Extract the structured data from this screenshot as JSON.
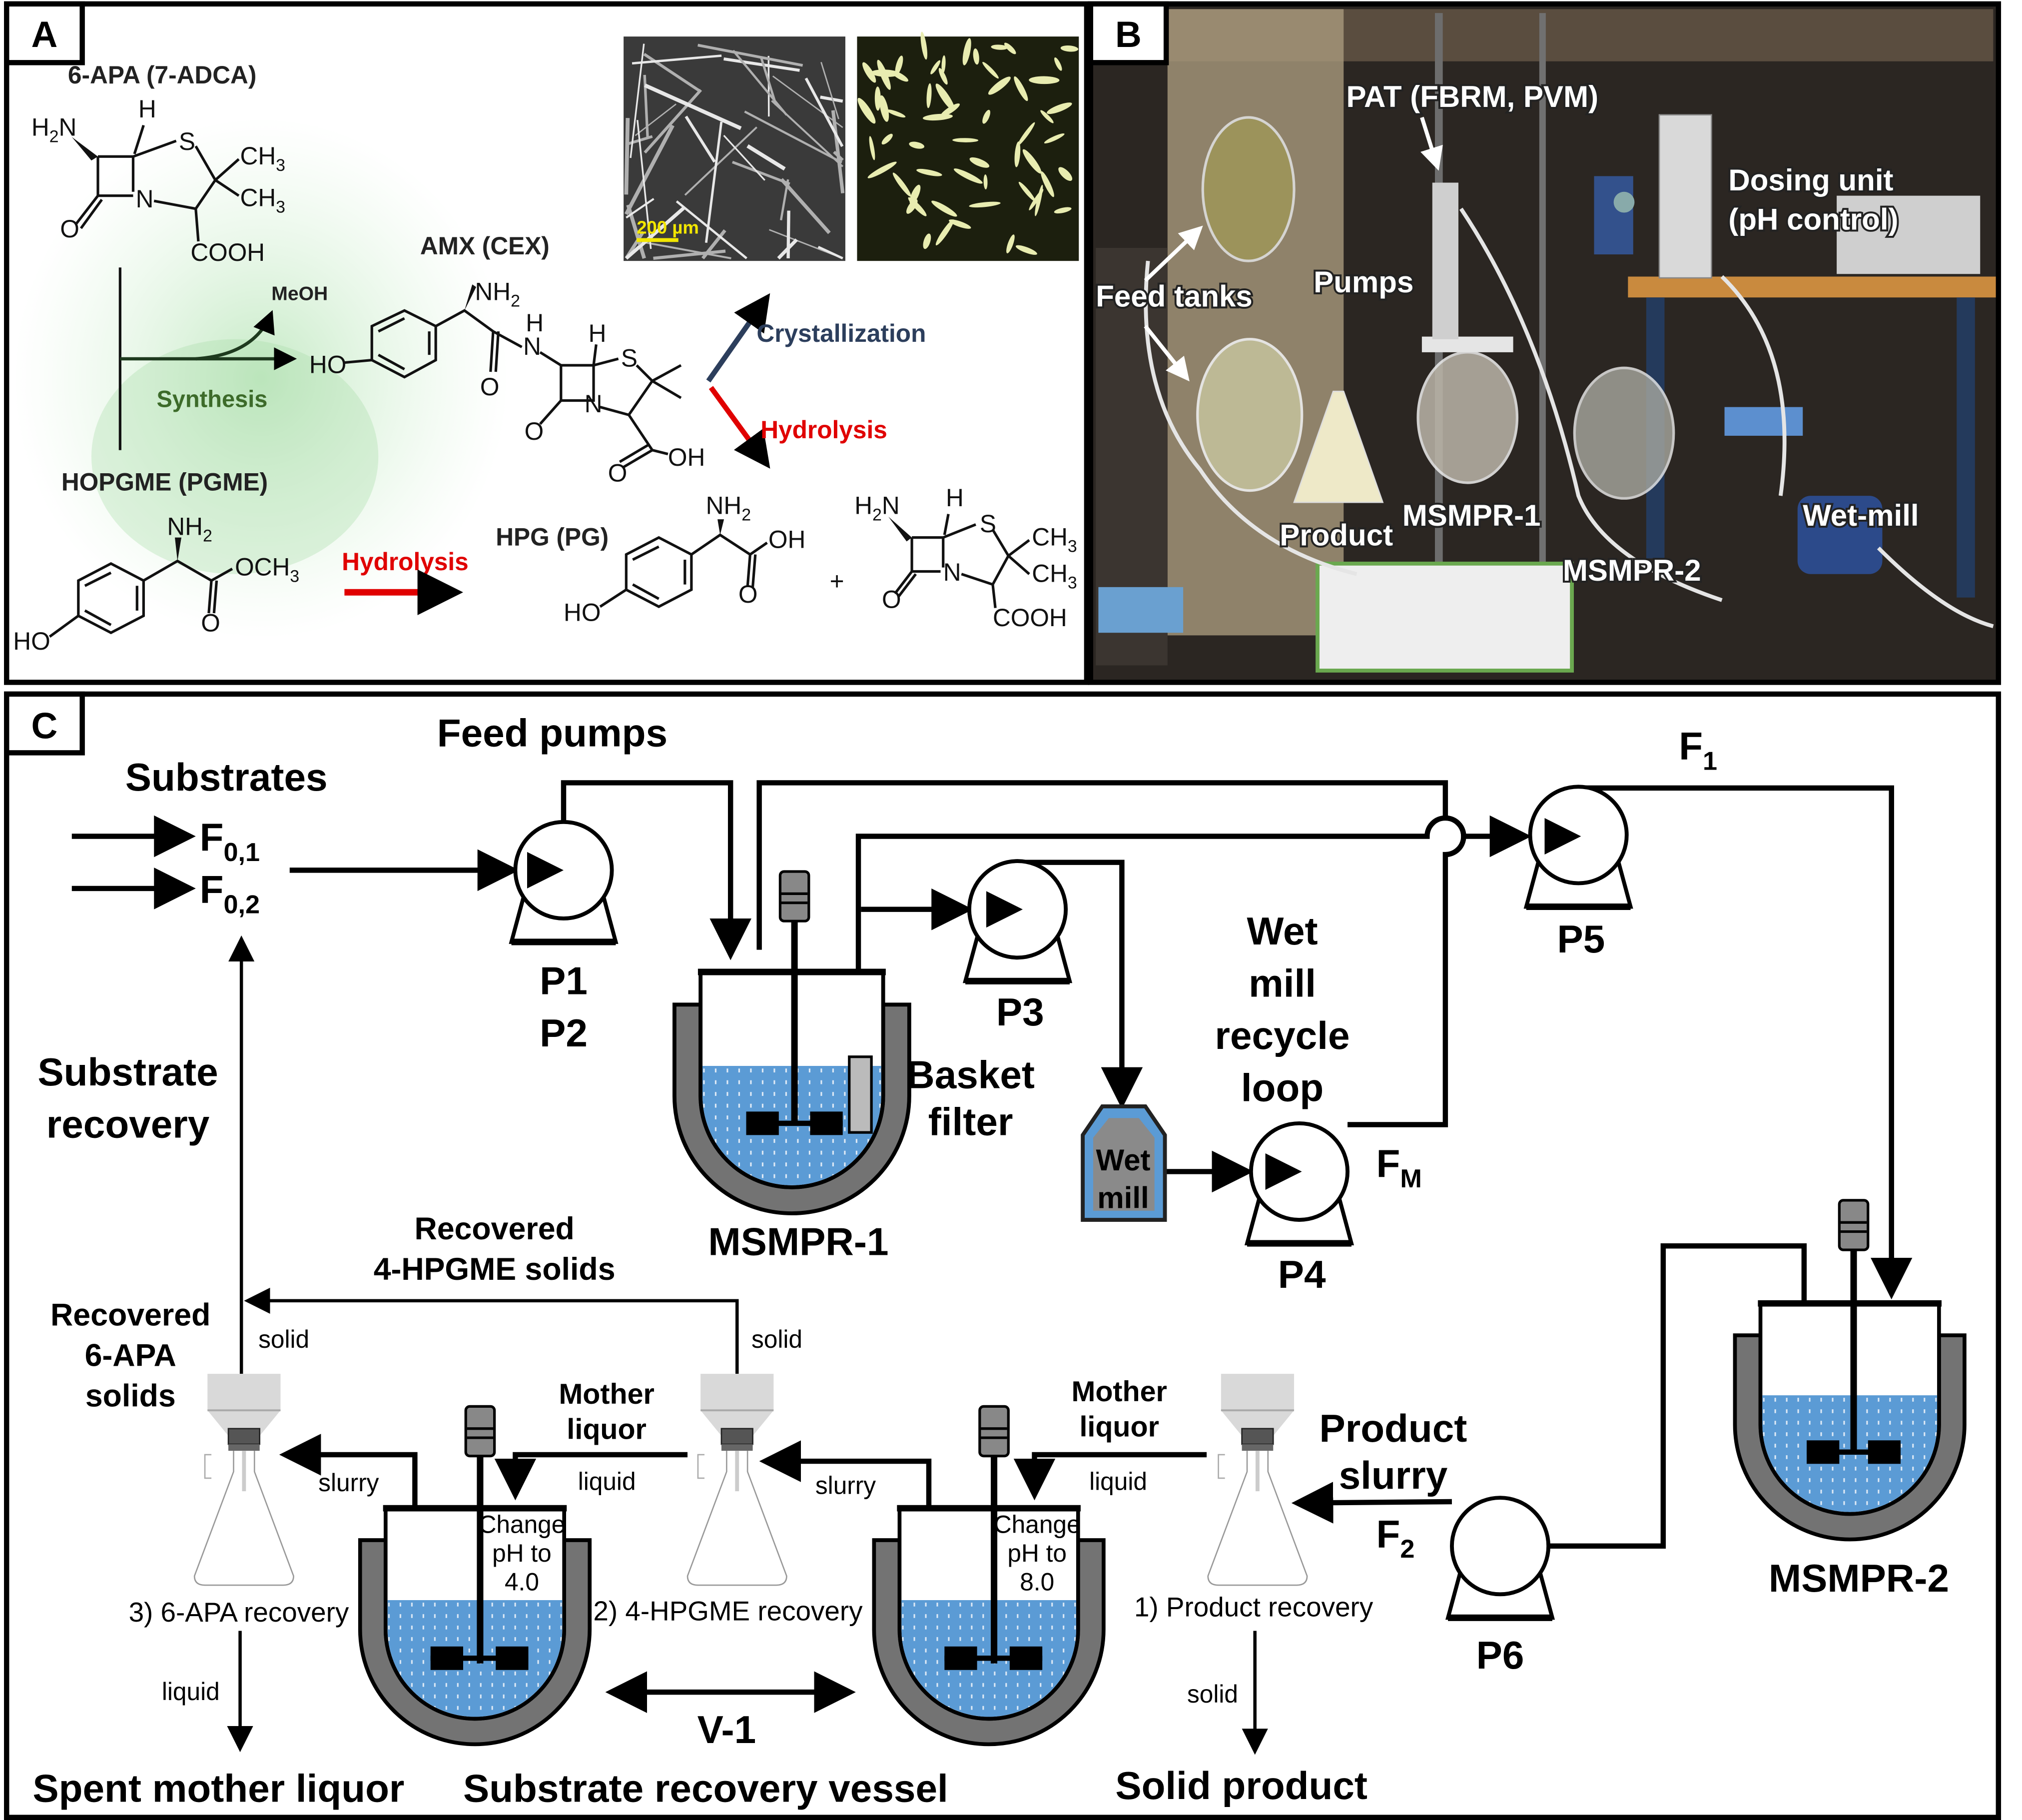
{
  "panel_labels": {
    "a": "A",
    "b": "B",
    "c": "C"
  },
  "panel_a": {
    "compounds": {
      "apa": "6-APA (7-ADCA)",
      "amx": "AMX (CEX)",
      "hopgme": "HOPGME (PGME)",
      "hpg": "HPG (PG)"
    },
    "byproduct": "MeOH",
    "synthesis": "Synthesis",
    "crystallization": "Crystallization",
    "hydrolysis_top": "Hydrolysis",
    "hydrolysis_bottom": "Hydrolysis",
    "scale_bar": "200 µm",
    "plus": "+",
    "atoms": {
      "H": "H",
      "N": "N",
      "S": "S",
      "O": "O",
      "OH": "OH",
      "HO": "HO",
      "COOH": "COOH",
      "CH": "CH",
      "OCH": "OCH",
      "NH": "NH",
      "H2N_main": "H",
      "H2N_tail": "N",
      "two": "2",
      "three": "3"
    }
  },
  "panel_b": {
    "pat": "PAT (FBRM, PVM)",
    "dosing_unit": [
      "Dosing unit",
      "(pH control)"
    ],
    "feed_tanks": "Feed tanks",
    "pumps": "Pumps",
    "product": "Product",
    "msmpr1": "MSMPR-1",
    "wet_mill": "Wet-mill",
    "msmpr2": "MSMPR-2"
  },
  "panel_c": {
    "substrates": "Substrates",
    "f01": {
      "main": "F",
      "sub": "0,1"
    },
    "f02": {
      "main": "F",
      "sub": "0,2"
    },
    "feed_pumps": "Feed pumps",
    "pumps": {
      "p1": "P1",
      "p2": "P2",
      "p3": "P3",
      "p4": "P4",
      "p5": "P5",
      "p6": "P6"
    },
    "f1": {
      "main": "F",
      "sub": "1"
    },
    "fm": {
      "main": "F",
      "sub": "M"
    },
    "f2": {
      "main": "F",
      "sub": "2"
    },
    "wet_mill_loop": [
      "Wet",
      "mill",
      "recycle",
      "loop"
    ],
    "basket_filter": [
      "Basket",
      "filter"
    ],
    "msmpr1": "MSMPR-1",
    "msmpr2": "MSMPR-2",
    "wet_mill": [
      "Wet",
      "mill"
    ],
    "substrate_recovery": [
      "Substrate",
      "recovery"
    ],
    "recovered_hpgme": [
      "Recovered",
      "4-HPGME solids"
    ],
    "recovered_apa": [
      "Recovered",
      "6-APA",
      "solids"
    ],
    "solid": "solid",
    "mother_liquor": [
      "Mother",
      "liquor"
    ],
    "liquid": "liquid",
    "slurry": "slurry",
    "product_slurry": [
      "Product",
      "slurry"
    ],
    "change_ph_4": [
      "Change",
      "pH to",
      "4.0"
    ],
    "change_ph_8": [
      "Change",
      "pH to",
      "8.0"
    ],
    "step3": "3) 6-APA recovery",
    "step2": "2) 4-HPGME recovery",
    "step1": "1) Product recovery",
    "valve": "V-1",
    "spent_mother_liquor": "Spent mother liquor",
    "substrate_recovery_vessel": "Substrate recovery vessel",
    "solid_product": "Solid product"
  },
  "colors": {
    "liquid": "#5b9bd5",
    "jacket": "#737373",
    "synthesis_green": "#3d6b2a",
    "hydrolysis_red": "#e00000",
    "crystallization_navy": "#2c3e5c",
    "scale_bar_yellow": "#f2e600"
  }
}
